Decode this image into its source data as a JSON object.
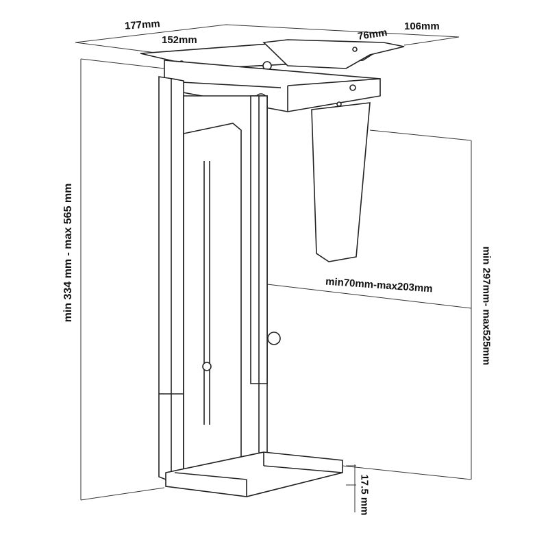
{
  "dimensions": {
    "desk_depth": "177mm",
    "plate_width": "152mm",
    "bracket_depth": "106mm",
    "bracket_width": "76mm",
    "height_range": "min 334 mm - max 565 mm",
    "width_range": "min70mm-max203mm",
    "depth_range": "min 297mm- max525mm",
    "foot_height": "17.5 mm"
  }
}
